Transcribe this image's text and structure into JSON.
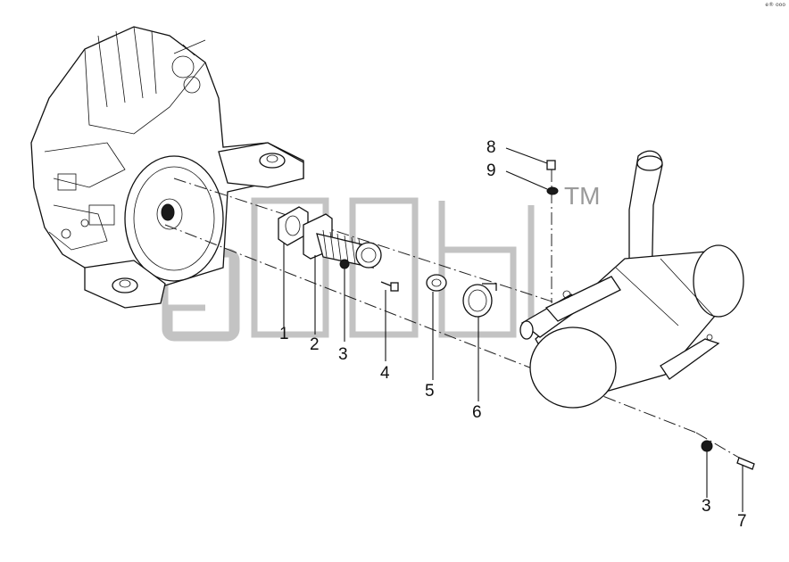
{
  "watermark": {
    "text": "TM"
  },
  "corner_mark": "e® ooo",
  "callouts": [
    {
      "id": "c1",
      "label": "1"
    },
    {
      "id": "c2",
      "label": "2"
    },
    {
      "id": "c3a",
      "label": "3"
    },
    {
      "id": "c4",
      "label": "4"
    },
    {
      "id": "c5",
      "label": "5"
    },
    {
      "id": "c6",
      "label": "6"
    },
    {
      "id": "c8",
      "label": "8"
    },
    {
      "id": "c9",
      "label": "9"
    },
    {
      "id": "c3b",
      "label": "3"
    },
    {
      "id": "c7",
      "label": "7"
    }
  ]
}
